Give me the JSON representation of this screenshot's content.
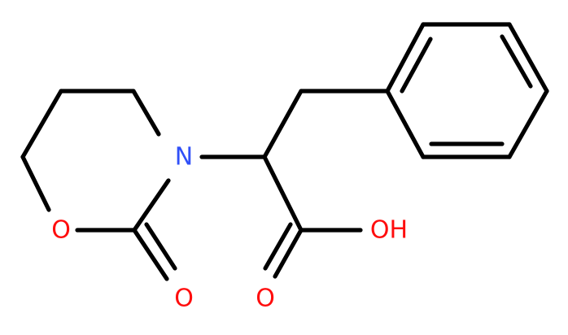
{
  "diagram": {
    "atoms": {
      "nitrogen": {
        "label": "N",
        "color": "#3050f8"
      },
      "ring_oxygen": {
        "label": "O",
        "color": "#ff0d0d"
      },
      "carbonyl_oxygen": {
        "label": "O",
        "color": "#ff0d0d"
      },
      "acid_carbonyl_oxygen": {
        "label": "O",
        "color": "#ff0d0d"
      },
      "hydroxyl": {
        "label": "OH",
        "color": "#ff0d0d"
      }
    },
    "bond_color": "#000000"
  }
}
